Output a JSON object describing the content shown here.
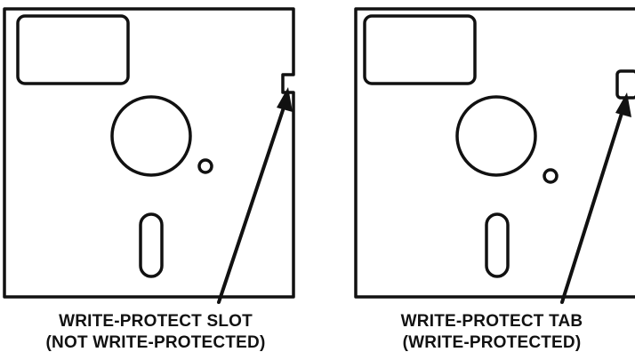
{
  "figures": [
    {
      "id": "left",
      "label_line1": "WRITE-PROTECT SLOT",
      "label_line2": "(NOT WRITE-PROTECTED)",
      "protect_feature": "slot"
    },
    {
      "id": "right",
      "label_line1": "WRITE-PROTECT TAB",
      "label_line2": "(WRITE-PROTECTED)",
      "protect_feature": "tab"
    }
  ],
  "colors": {
    "ink": "#111111",
    "background": "#ffffff"
  }
}
